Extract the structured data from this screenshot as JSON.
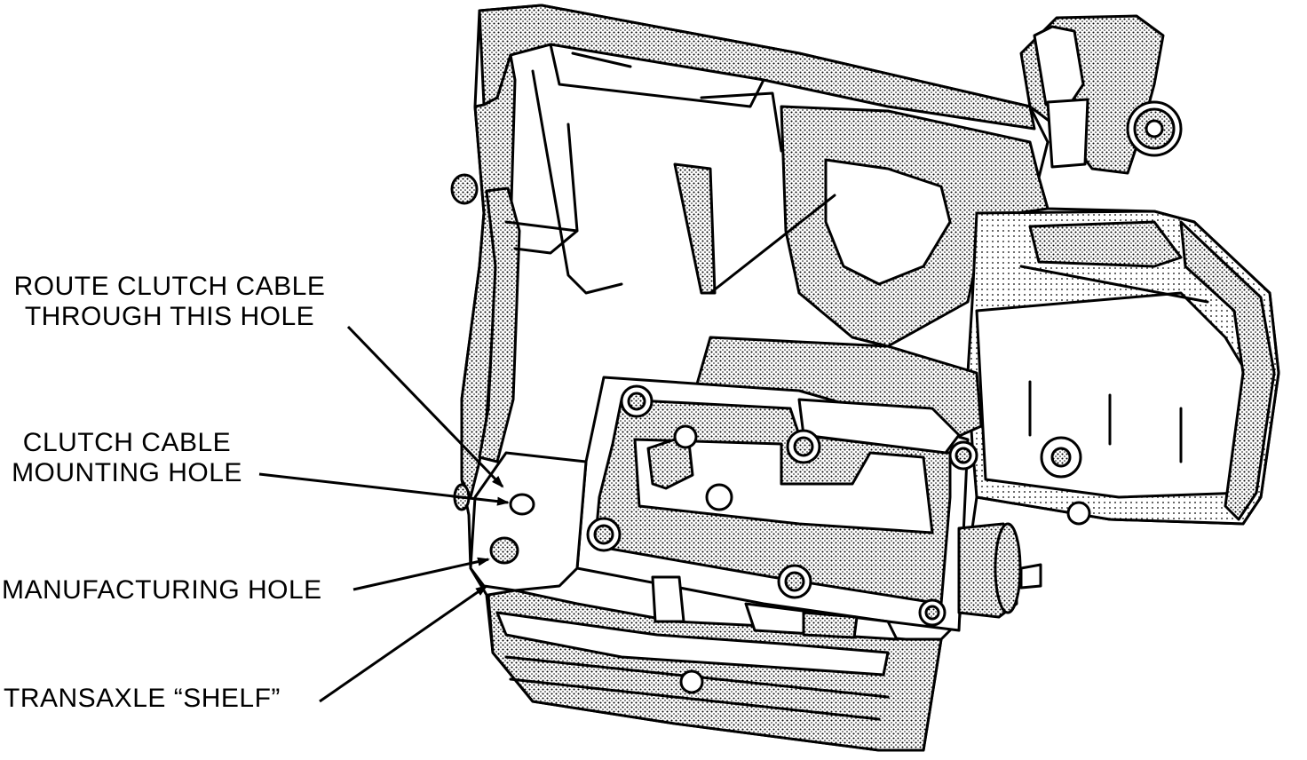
{
  "callouts": {
    "route_hole": {
      "line1": "ROUTE CLUTCH CABLE",
      "line2": "THROUGH THIS HOLE"
    },
    "mounting_hole": {
      "line1": "CLUTCH CABLE",
      "line2": "MOUNTING HOLE"
    },
    "manufacturing_hole": {
      "line1": "MANUFACTURING HOLE"
    },
    "shelf": {
      "line1": "TRANSAXLE “SHELF”"
    }
  },
  "colors": {
    "ink": "#000000",
    "paper": "#ffffff",
    "stipple": "#000000"
  }
}
